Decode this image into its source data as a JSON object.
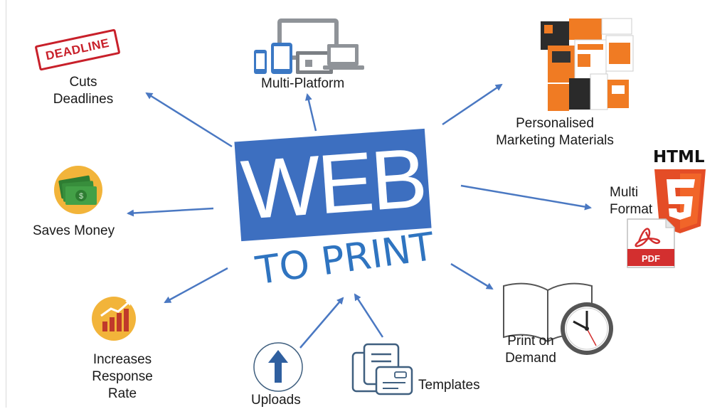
{
  "title": {
    "main": "WEB",
    "sub": "TO PRINT"
  },
  "labels": {
    "cuts_deadlines": [
      "Cuts",
      "Deadlines"
    ],
    "multi_platform": "Multi-Platform",
    "personalised": [
      "Personalised",
      "Marketing Materials"
    ],
    "multi_format": [
      "Multi",
      "Format"
    ],
    "print_on_demand": [
      "Print on",
      "Demand"
    ],
    "templates": "Templates",
    "uploads": "Uploads",
    "increases_response": [
      "Increases",
      "Response",
      "Rate"
    ],
    "saves_money": "Saves Money"
  },
  "icon_text": {
    "deadline_stamp": "DEADLINE",
    "html_badge": "HTML",
    "pdf_badge": "PDF"
  },
  "colors": {
    "title_box": "#3d6fc0",
    "title_sub": "#2f74c0",
    "arrow": "#4a78c2",
    "gold_circle": "#f2b43a",
    "html_orange": "#e44d26",
    "pdf_red": "#d32f2f",
    "stamp_red": "#c8202a"
  },
  "icons": [
    "deadline-stamp-icon",
    "devices-icon",
    "flyers-icon",
    "html5-icon",
    "pdf-icon",
    "book-clock-icon",
    "templates-icon",
    "upload-icon",
    "chart-icon",
    "money-icon"
  ]
}
